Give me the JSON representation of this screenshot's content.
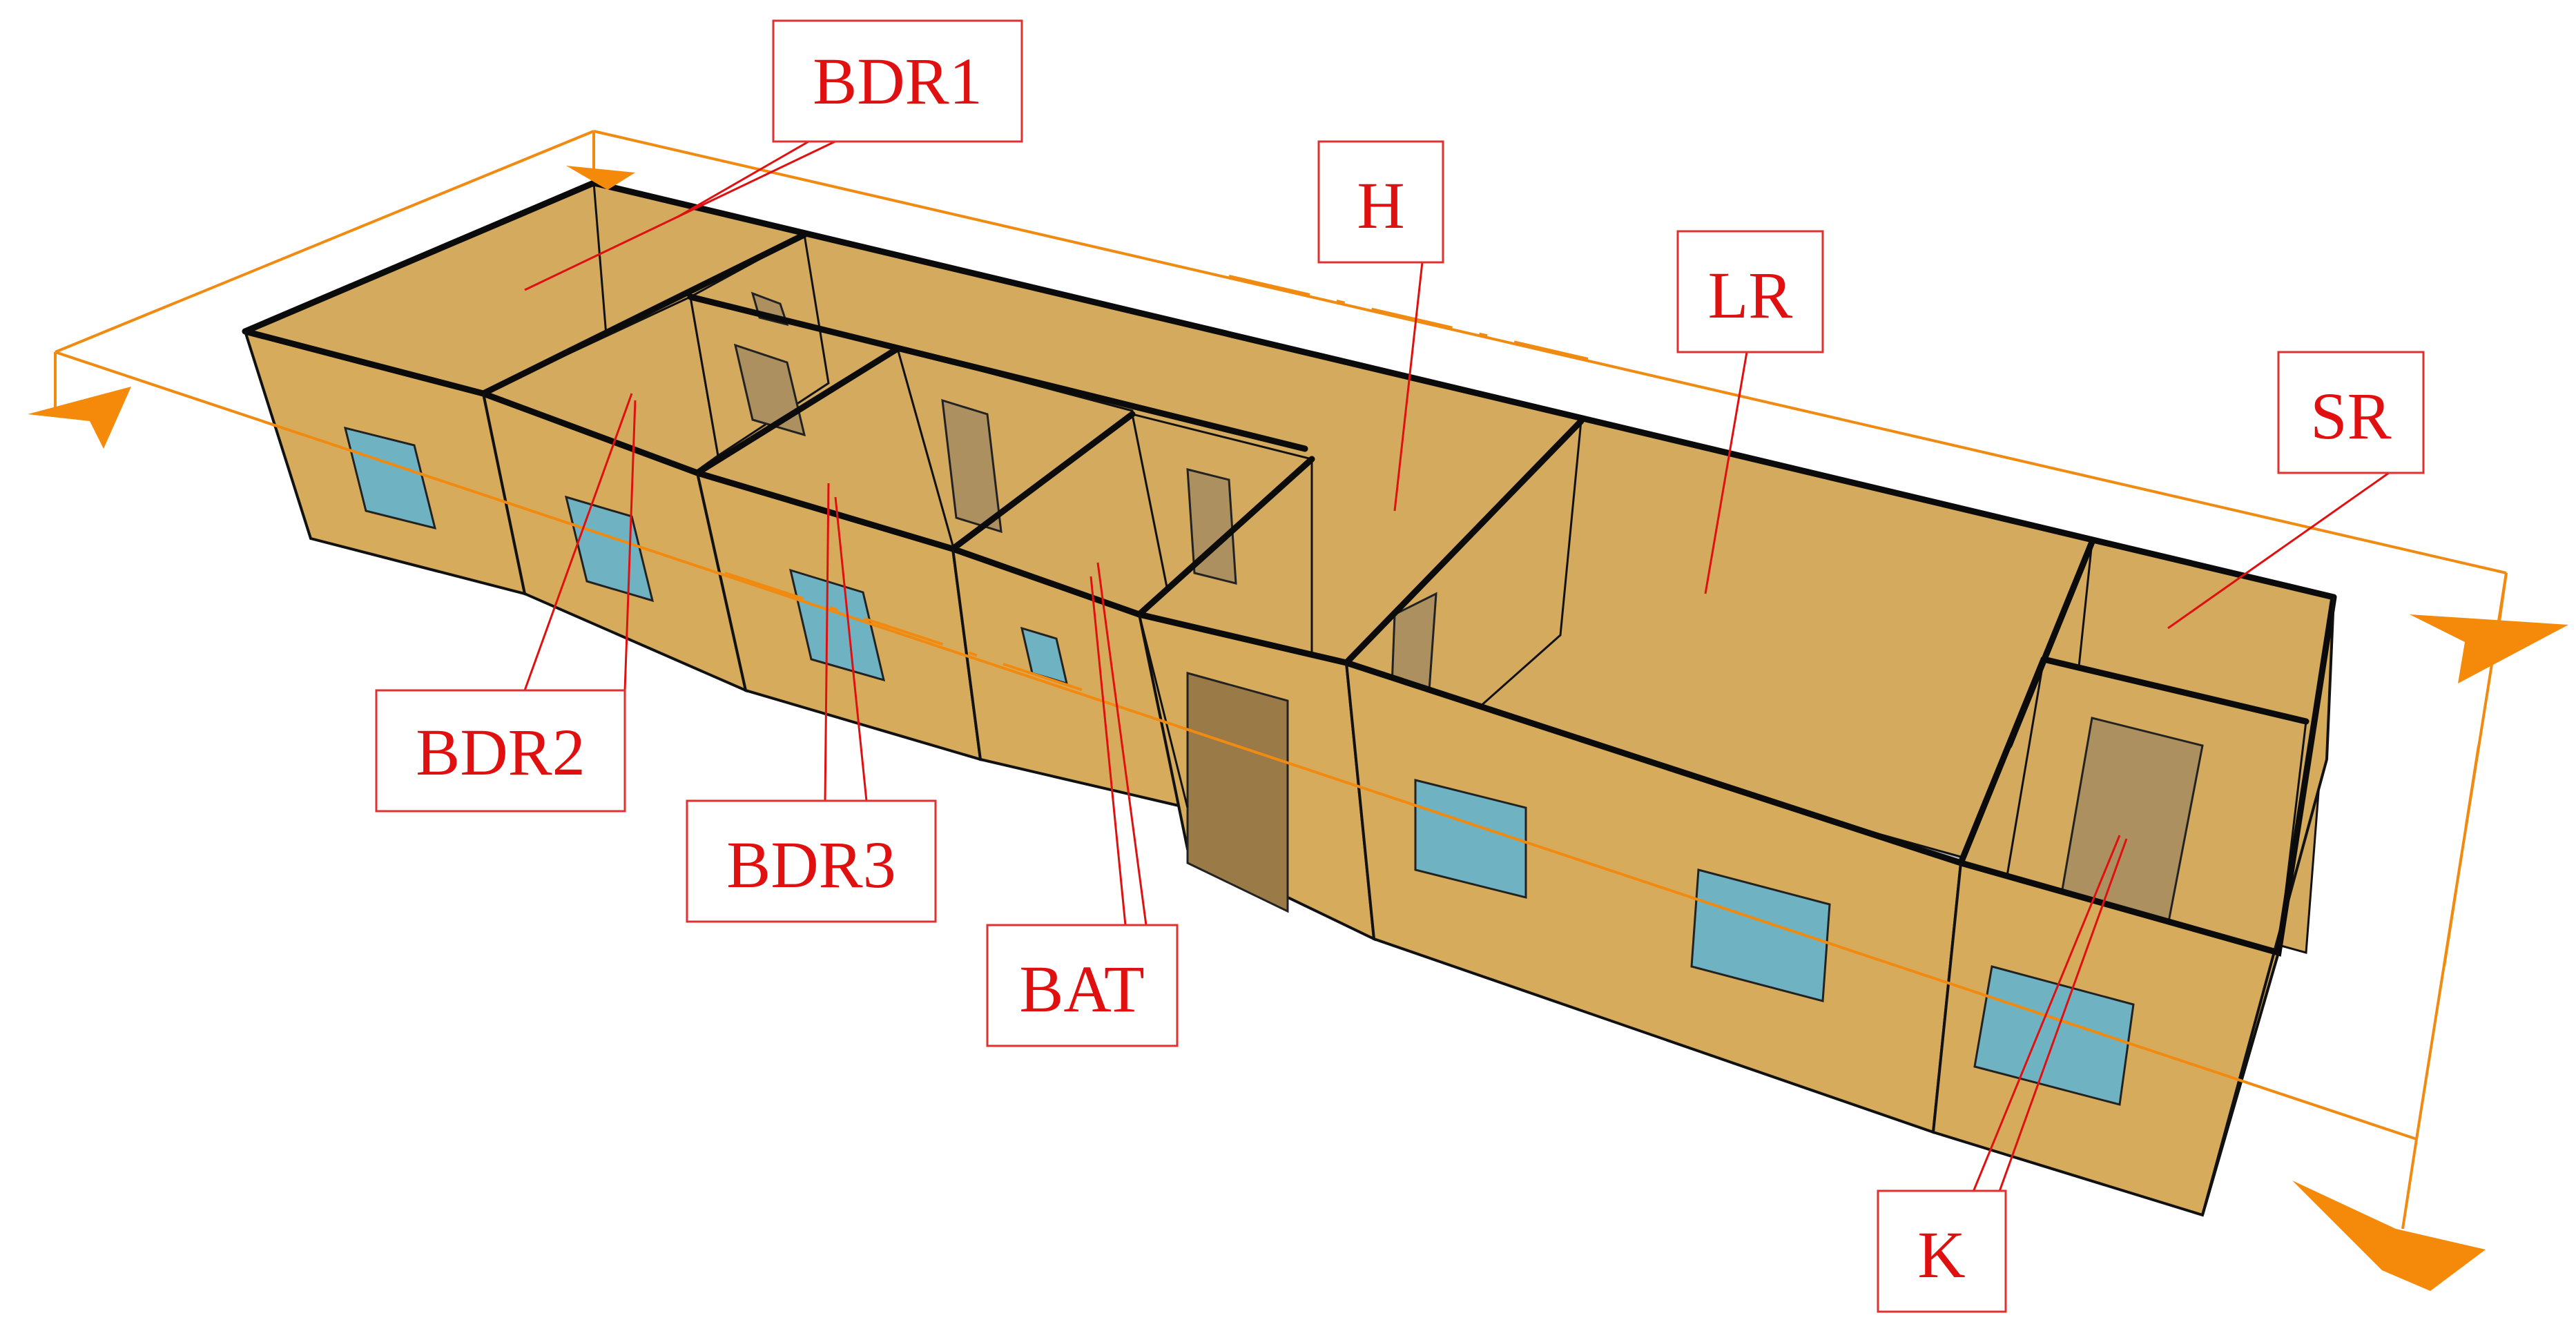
{
  "labels": {
    "bdr1": "BDR1",
    "bdr2": "BDR2",
    "bdr3": "BDR3",
    "bat": "BAT",
    "h": "H",
    "lr": "LR",
    "sr": "SR",
    "k": "K"
  },
  "colors": {
    "wall": "#d6ac5c",
    "window": "#6fb3c3",
    "door": "#9a7a47",
    "floor": "#b8b8b8",
    "axis": "#f08a10",
    "label": "#e01010"
  },
  "icons": {
    "axis_arrow": "orange-arrowhead-icon"
  }
}
